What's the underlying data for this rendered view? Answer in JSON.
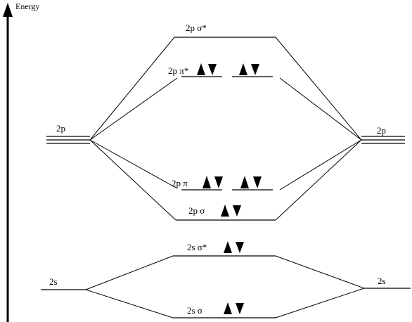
{
  "title": "",
  "axis": {
    "label": "Energy"
  },
  "levels": {
    "left_2p": "2p",
    "right_2p": "2p",
    "left_2s": "2s",
    "right_2s": "2s",
    "sigma_2p_star": "2p σ*",
    "pi_2p_star": "2p π*",
    "pi_2p": "2p π",
    "sigma_2p": "2p σ",
    "sigma_2s_star": "2s σ*",
    "sigma_2s": "2s σ"
  },
  "occupancy": {
    "sigma_2p_star": 0,
    "pi_2p_star": 4,
    "pi_2p": 4,
    "sigma_2p": 2,
    "sigma_2s_star": 2,
    "sigma_2s": 2
  }
}
